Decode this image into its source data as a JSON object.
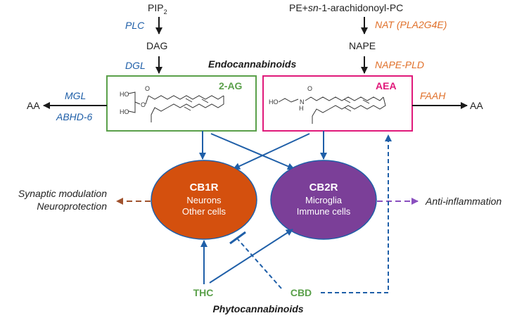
{
  "top": {
    "pip2": "PIP",
    "pip2_sub": "2",
    "plc": "PLC",
    "dag": "DAG",
    "dgl": "DGL",
    "pe_pc": "PE+sn-1-arachidonoyl-PC",
    "pe_prefix": "PE+",
    "pe_italic": "sn",
    "pe_suffix": "-1-arachidonoyl-PC",
    "nat": "NAT (PLA2G4E)",
    "nape": "NAPE",
    "nape_pld": "NAPE-PLD"
  },
  "endocannabinoids_title": "Endocannabinoids",
  "left_box": {
    "label": "2-AG",
    "border_color": "#5aa04a",
    "mol_ho1": "HO",
    "mol_ho2": "HO",
    "mol_o": "O",
    "mol_o2": "O"
  },
  "right_box": {
    "label": "AEA",
    "border_color": "#e0197a",
    "mol_ho": "HO",
    "mol_n": "N",
    "mol_h": "H",
    "mol_o": "O"
  },
  "left_side": {
    "aa": "AA",
    "mgl": "MGL",
    "abhd6": "ABHD-6"
  },
  "right_side": {
    "faah": "FAAH",
    "aa": "AA"
  },
  "cb1r": {
    "title": "CB1R",
    "line1": "Neurons",
    "line2": "Other cells",
    "fill": "#d4500e"
  },
  "cb2r": {
    "title": "CB2R",
    "line1": "Microglia",
    "line2": "Immune cells",
    "fill": "#7b3f98"
  },
  "effects": {
    "left1": "Synaptic modulation",
    "left2": "Neuroprotection",
    "right": "Anti-inflammation"
  },
  "bottom": {
    "thc": "THC",
    "cbd": "CBD",
    "phyto_title": "Phytocannabinoids"
  },
  "colors": {
    "arrow_black": "#1a1a1a",
    "arrow_blue": "#1f5fa8",
    "arrow_brown": "#a0522d",
    "arrow_purple": "#8a4fbf",
    "dashed_blue": "#1f5fa8"
  }
}
